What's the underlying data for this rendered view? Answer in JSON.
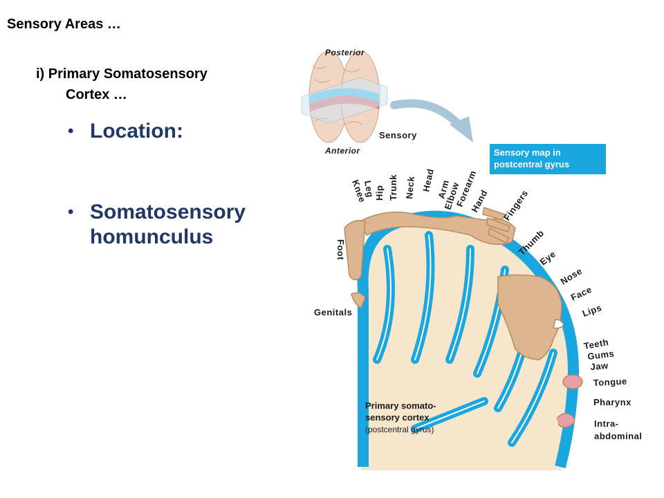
{
  "title": "Sensory Areas …",
  "subtitle": {
    "line1": "i)  Primary Somatosensory",
    "line2": "Cortex …"
  },
  "bullets": [
    {
      "text": "Location:"
    },
    {
      "text": "Somatosensory",
      "text2": "homunculus"
    }
  ],
  "figure": {
    "posterior": "Posterior",
    "anterior": "Anterior",
    "sensory": "Sensory",
    "map_box": {
      "line1": "Sensory map in",
      "line2": "postcentral gyrus"
    },
    "cortex_label": {
      "line1": "Primary somato-",
      "line2": "sensory cortex",
      "line3": "(postcentral gyrus)"
    },
    "body_parts": {
      "knee": "Knee",
      "leg": "Leg",
      "hip": "Hip",
      "trunk": "Trunk",
      "neck": "Neck",
      "head": "Head",
      "arm": "Arm",
      "elbow": "Elbow",
      "forearm": "Forearm",
      "hand": "Hand",
      "fingers": "Fingers",
      "thumb": "Thumb",
      "eye": "Eye",
      "nose": "Nose",
      "face": "Face",
      "lips": "Lips",
      "teeth": "Teeth",
      "gums": "Gums",
      "jaw": "Jaw",
      "tongue": "Tongue",
      "pharynx": "Pharynx",
      "intra1": "Intra-",
      "intra2": "abdominal",
      "foot": "Foot",
      "genitals": "Genitals"
    }
  },
  "colors": {
    "cortex_blue": "#1aa7e0",
    "white_matter": "#f6e6cc",
    "skin": "#ddb590",
    "title_blue": "#1f3864"
  }
}
